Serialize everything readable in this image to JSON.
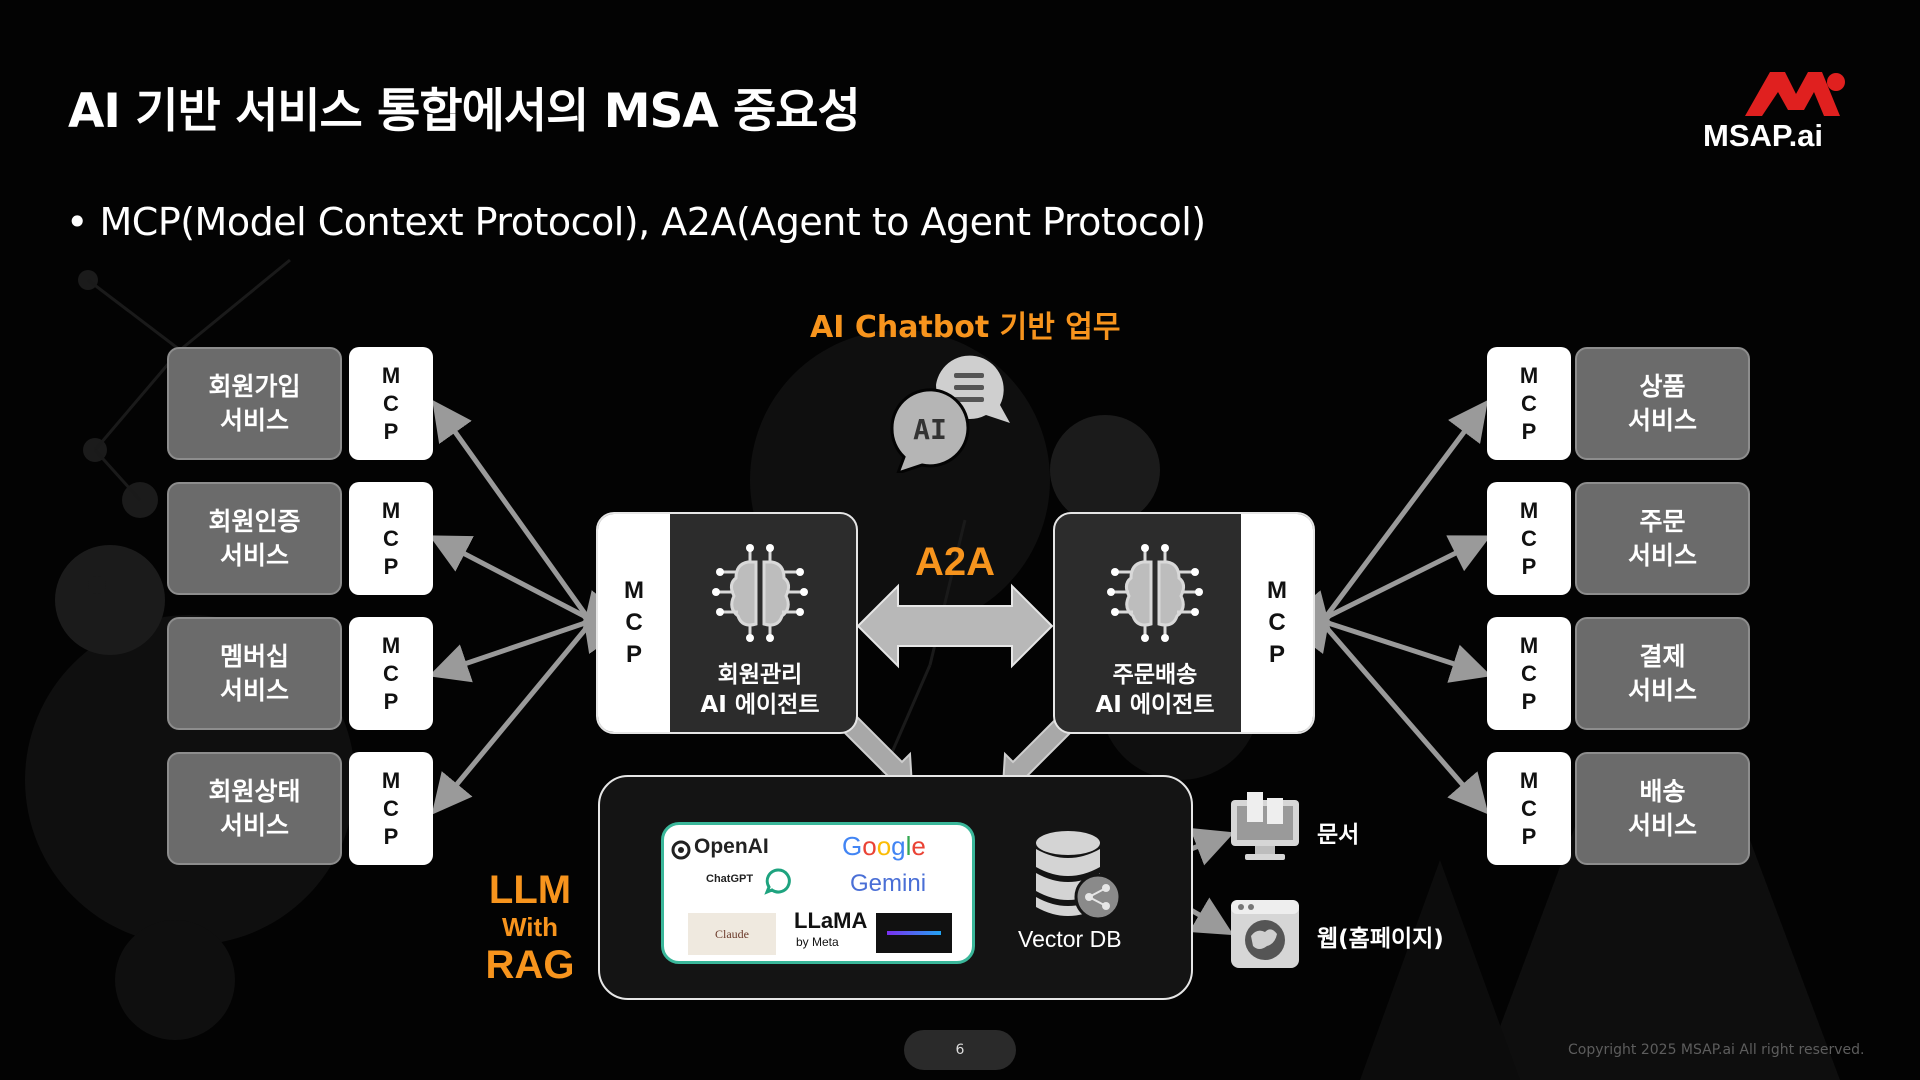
{
  "slide": {
    "title": "AI 기반 서비스 통합에서의 MSA 중요성",
    "bullet": "• MCP(Model Context Protocol), A2A(Agent to Agent Protocol)",
    "section_label": "AI Chatbot 기반 업무",
    "logo_text": "MSAP.ai",
    "page_number": "6",
    "copyright": "Copyright 2025 MSAP.ai All right reserved."
  },
  "chat_icon": {
    "text": "AI"
  },
  "mcp_letters": [
    "M",
    "C",
    "P"
  ],
  "left_services": [
    {
      "line1": "회원가입",
      "line2": "서비스"
    },
    {
      "line1": "회원인증",
      "line2": "서비스"
    },
    {
      "line1": "멤버십",
      "line2": "서비스"
    },
    {
      "line1": "회원상태",
      "line2": "서비스"
    }
  ],
  "right_services": [
    {
      "line1": "상품",
      "line2": "서비스"
    },
    {
      "line1": "주문",
      "line2": "서비스"
    },
    {
      "line1": "결제",
      "line2": "서비스"
    },
    {
      "line1": "배송",
      "line2": "서비스"
    }
  ],
  "agents": {
    "left": {
      "line1": "회원관리",
      "line2": "AI 에이전트"
    },
    "right": {
      "line1": "주문배송",
      "line2": "AI 에이전트"
    }
  },
  "a2a_label": "A2A",
  "llm": {
    "label_line1": "LLM",
    "label_line2": "With",
    "label_line3": "RAG",
    "providers": {
      "openai": "OpenAI",
      "chatgpt": "ChatGPT",
      "google": [
        "G",
        "o",
        "o",
        "g",
        "l",
        "e"
      ],
      "gemini": "Gemini",
      "claude": "Claude",
      "llama": "LLaMA",
      "llama_sub": "by Meta"
    },
    "google_colors": [
      "#4285F4",
      "#EA4335",
      "#FBBC05",
      "#4285F4",
      "#34A853",
      "#EA4335"
    ]
  },
  "vector_db": {
    "label": "Vector DB"
  },
  "resources": [
    {
      "label": "문서",
      "icon": "document-monitor-icon"
    },
    {
      "label": "웹(홈페이지)",
      "icon": "web-globe-icon"
    }
  ],
  "colors": {
    "accent_orange": "#f7941d",
    "logo_red": "#e0201f",
    "llm_card_border": "#3ab79a",
    "service_box": "#6b6b6b"
  }
}
